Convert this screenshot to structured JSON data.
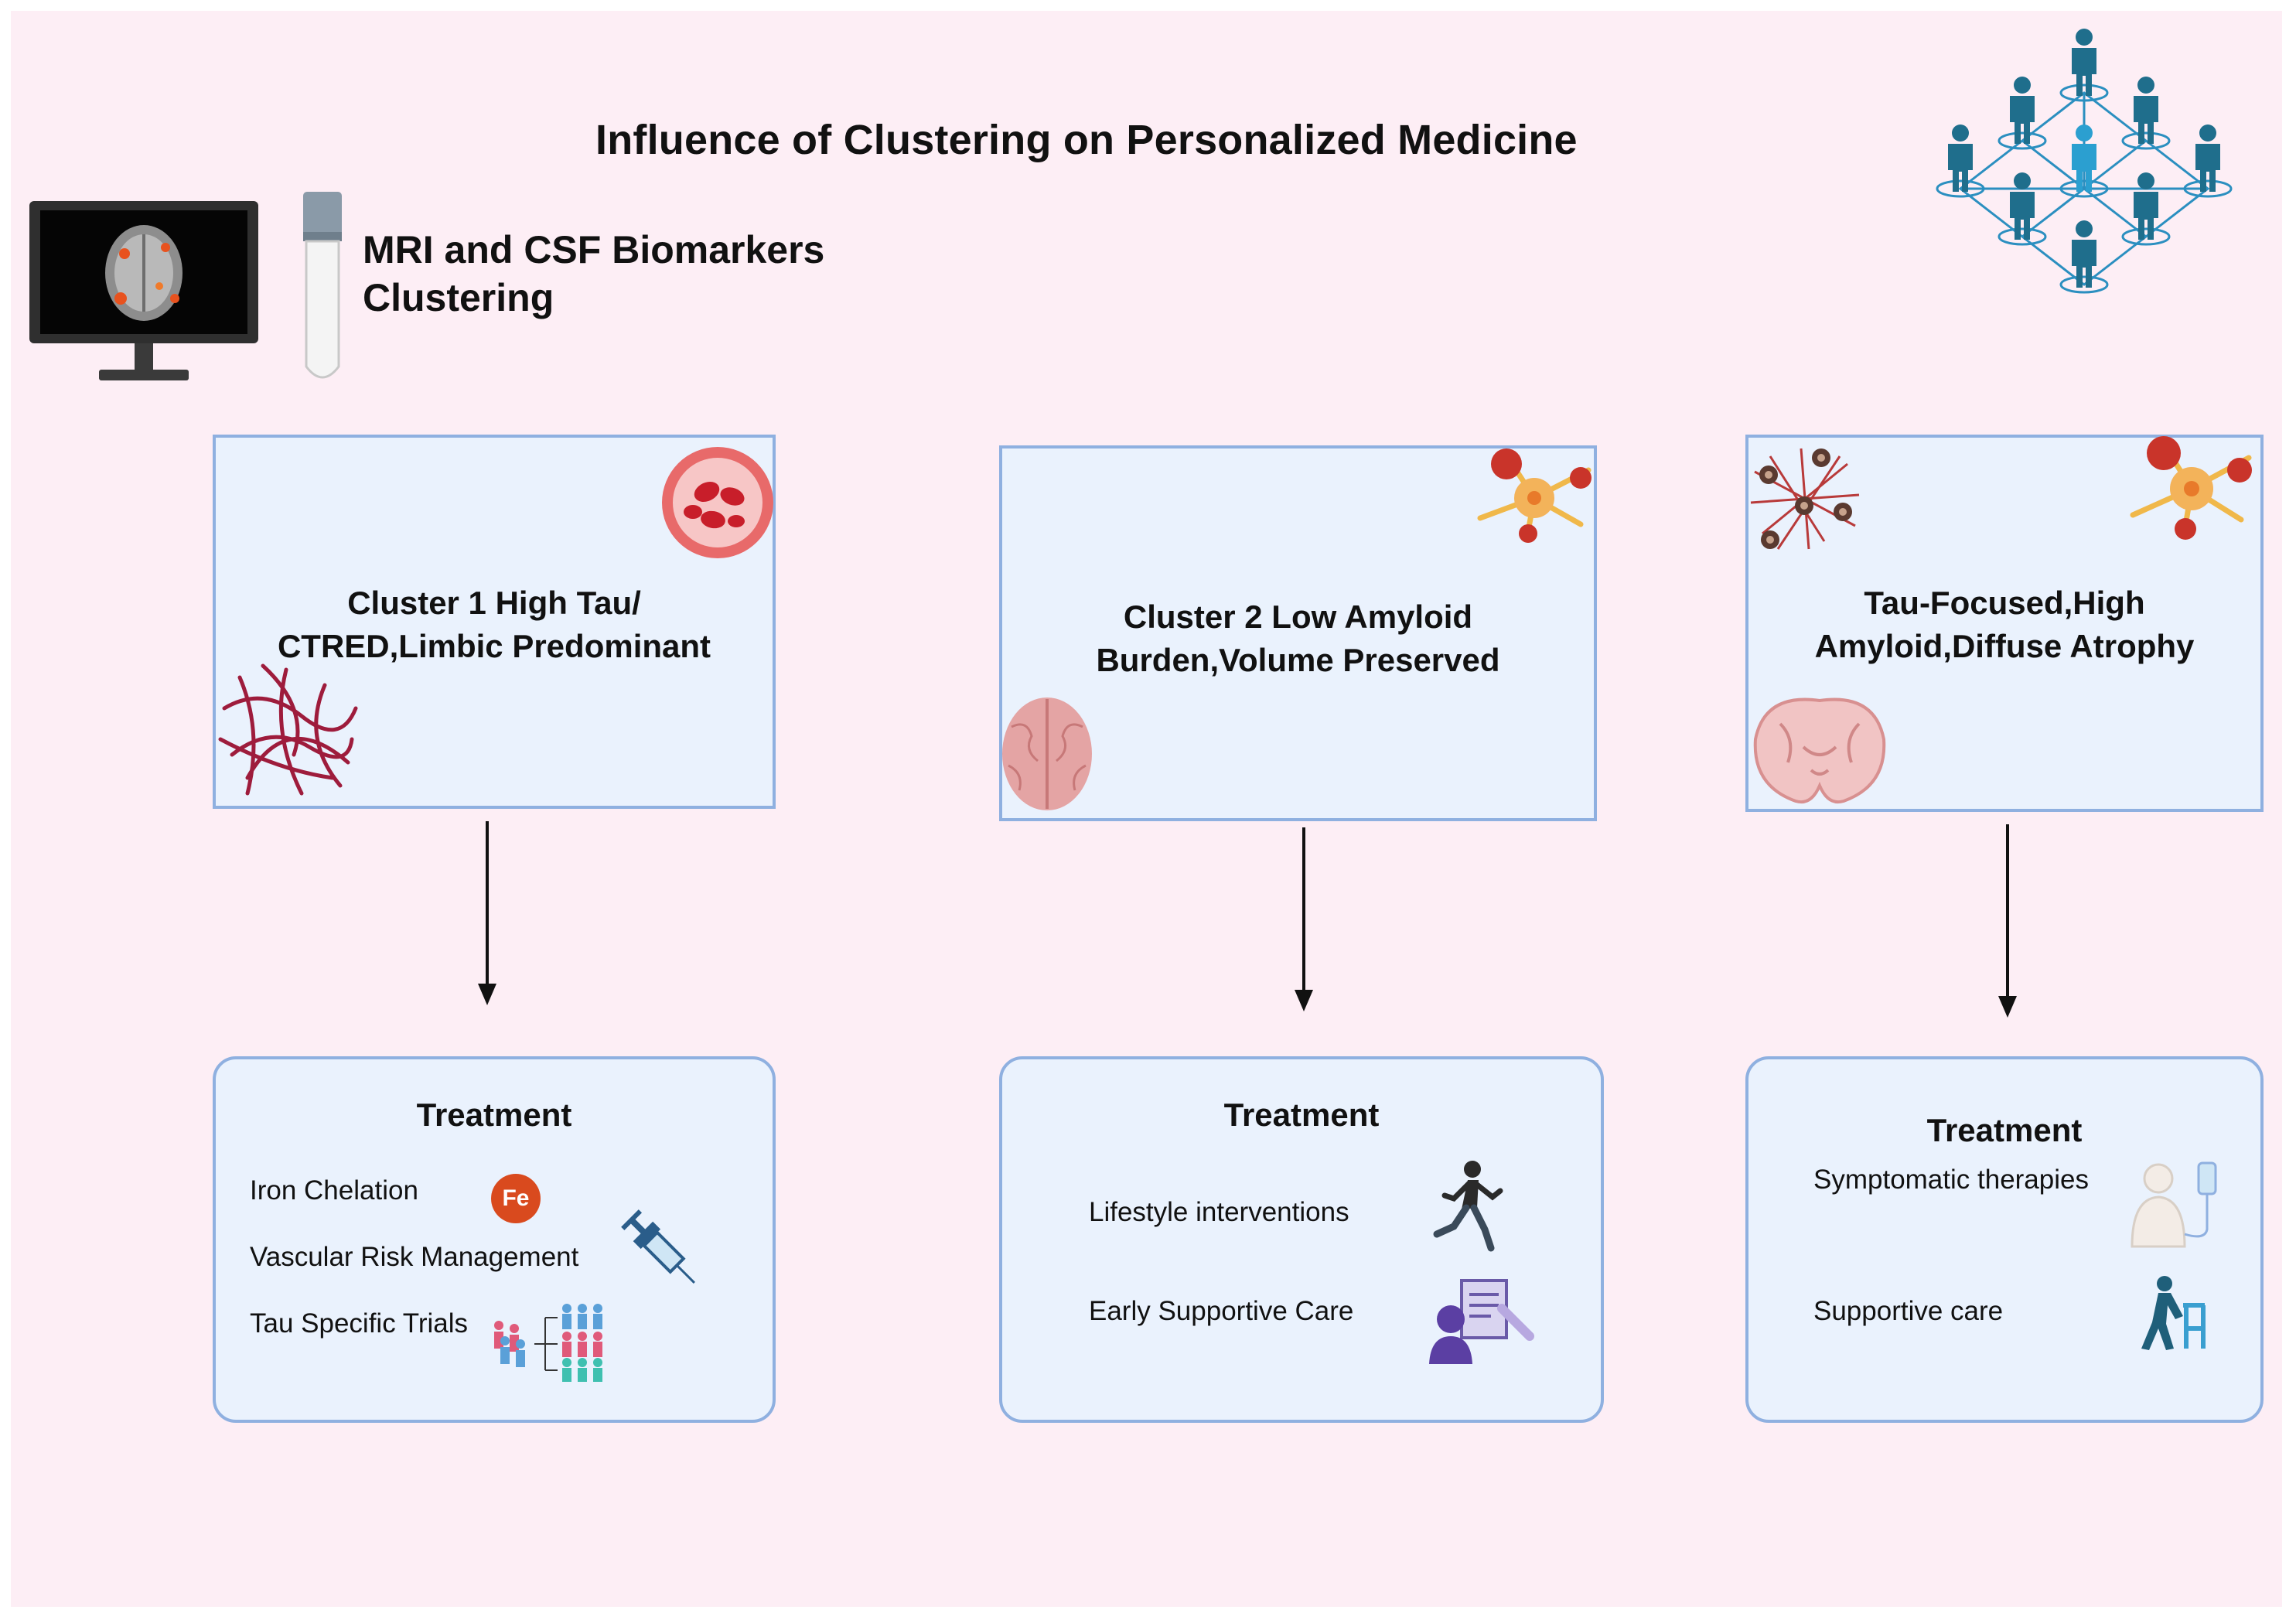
{
  "title": "Influence of Clustering on Personalized Medicine",
  "biomarkers": {
    "line1": "MRI and CSF Biomarkers",
    "line2": "Clustering"
  },
  "clusters": [
    {
      "line1": "Cluster 1 High Tau/",
      "line2": "CTRED,Limbic Predominant"
    },
    {
      "line1": "Cluster 2 Low Amyloid",
      "line2": "Burden,Volume Preserved"
    },
    {
      "line1": "Tau-Focused,High",
      "line2": "Amyloid,Diffuse Atrophy"
    }
  ],
  "treatments": [
    {
      "heading": "Treatment",
      "items": [
        "Iron Chelation",
        "Vascular Risk Management",
        "Tau Specific Trials"
      ],
      "badge": "Fe"
    },
    {
      "heading": "Treatment",
      "items": [
        "Lifestyle interventions",
        "Early Supportive Care"
      ]
    },
    {
      "heading": "Treatment",
      "items": [
        "Symptomatic therapies",
        "Supportive care"
      ]
    }
  ],
  "icons": {
    "monitor": "mri-monitor-icon",
    "tube": "csf-tube-icon",
    "network": "patient-network-icon",
    "blood": "red-blood-cells-icon",
    "tangles": "neurofibrillary-tangles-icon",
    "neuron": "neuron-amyloid-icon",
    "brain": "brain-icon",
    "plaques": "amyloid-plaques-icon",
    "brain_section": "atrophic-brain-section-icon",
    "syringe": "syringe-icon",
    "trials": "clinical-trial-groups-icon",
    "runner": "runner-icon",
    "caregiver": "care-plan-icon",
    "iv_patient": "iv-patient-icon",
    "walker": "walker-icon"
  },
  "colors": {
    "background": "#fdeef5",
    "box_fill": "#eaf2fd",
    "box_border": "#8fb0e0",
    "network": "#1f6e8c",
    "network_highlight": "#2b9fd0"
  }
}
